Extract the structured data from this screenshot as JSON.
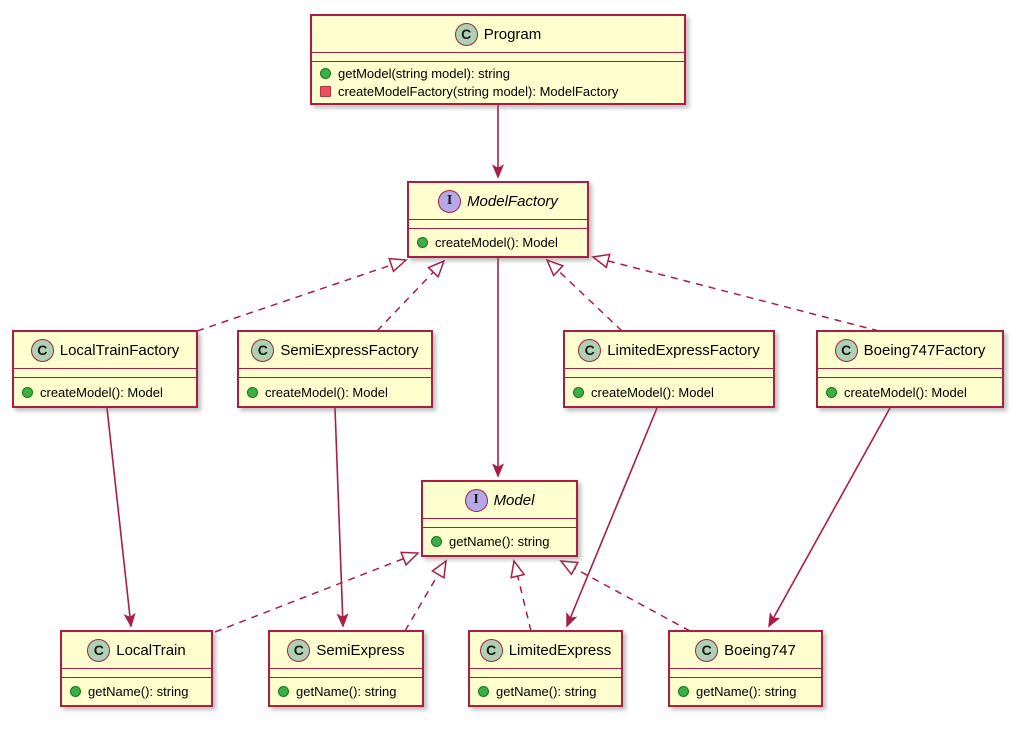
{
  "diagram_type": "uml-class-diagram",
  "colors": {
    "box_fill": "#FEFECE",
    "line_and_border": "#A81E44",
    "class_badge_fill": "#ADD1B2",
    "interface_badge_fill": "#B5A8E6",
    "public_method_icon": "#3FAE49",
    "private_method_icon": "#F24D5C",
    "background": "#FFFFFF"
  },
  "icons": {
    "class_badge": "C",
    "interface_badge": "I",
    "public_method": "green-circle-icon",
    "private_method": "red-square-icon"
  },
  "classes": {
    "program": {
      "kind": "class",
      "name": "Program",
      "methods": [
        {
          "visibility": "public",
          "signature": "getModel(string model): string"
        },
        {
          "visibility": "private",
          "signature": "createModelFactory(string model): ModelFactory"
        }
      ]
    },
    "model_factory": {
      "kind": "interface",
      "name": "ModelFactory",
      "methods": [
        {
          "visibility": "public",
          "signature": "createModel(): Model"
        }
      ]
    },
    "local_train_factory": {
      "kind": "class",
      "name": "LocalTrainFactory",
      "methods": [
        {
          "visibility": "public",
          "signature": "createModel(): Model"
        }
      ]
    },
    "semi_express_factory": {
      "kind": "class",
      "name": "SemiExpressFactory",
      "methods": [
        {
          "visibility": "public",
          "signature": "createModel(): Model"
        }
      ]
    },
    "limited_express_factory": {
      "kind": "class",
      "name": "LimitedExpressFactory",
      "methods": [
        {
          "visibility": "public",
          "signature": "createModel(): Model"
        }
      ]
    },
    "boeing747_factory": {
      "kind": "class",
      "name": "Boeing747Factory",
      "methods": [
        {
          "visibility": "public",
          "signature": "createModel(): Model"
        }
      ]
    },
    "model": {
      "kind": "interface",
      "name": "Model",
      "methods": [
        {
          "visibility": "public",
          "signature": "getName(): string"
        }
      ]
    },
    "local_train": {
      "kind": "class",
      "name": "LocalTrain",
      "methods": [
        {
          "visibility": "public",
          "signature": "getName(): string"
        }
      ]
    },
    "semi_express": {
      "kind": "class",
      "name": "SemiExpress",
      "methods": [
        {
          "visibility": "public",
          "signature": "getName(): string"
        }
      ]
    },
    "limited_express": {
      "kind": "class",
      "name": "LimitedExpress",
      "methods": [
        {
          "visibility": "public",
          "signature": "getName(): string"
        }
      ]
    },
    "boeing747": {
      "kind": "class",
      "name": "Boeing747",
      "methods": [
        {
          "visibility": "public",
          "signature": "getName(): string"
        }
      ]
    }
  },
  "relations": [
    {
      "from": "Program",
      "to": "ModelFactory",
      "type": "dependency-arrow",
      "style": "solid"
    },
    {
      "from": "ModelFactory",
      "to": "Model",
      "type": "dependency-arrow",
      "style": "solid"
    },
    {
      "from": "LocalTrainFactory",
      "to": "ModelFactory",
      "type": "realization",
      "style": "dashed-hollow-triangle"
    },
    {
      "from": "SemiExpressFactory",
      "to": "ModelFactory",
      "type": "realization",
      "style": "dashed-hollow-triangle"
    },
    {
      "from": "LimitedExpressFactory",
      "to": "ModelFactory",
      "type": "realization",
      "style": "dashed-hollow-triangle"
    },
    {
      "from": "Boeing747Factory",
      "to": "ModelFactory",
      "type": "realization",
      "style": "dashed-hollow-triangle"
    },
    {
      "from": "LocalTrainFactory",
      "to": "LocalTrain",
      "type": "dependency-arrow",
      "style": "solid"
    },
    {
      "from": "SemiExpressFactory",
      "to": "SemiExpress",
      "type": "dependency-arrow",
      "style": "solid"
    },
    {
      "from": "LimitedExpressFactory",
      "to": "LimitedExpress",
      "type": "dependency-arrow",
      "style": "solid"
    },
    {
      "from": "Boeing747Factory",
      "to": "Boeing747",
      "type": "dependency-arrow",
      "style": "solid"
    },
    {
      "from": "LocalTrain",
      "to": "Model",
      "type": "realization",
      "style": "dashed-hollow-triangle"
    },
    {
      "from": "SemiExpress",
      "to": "Model",
      "type": "realization",
      "style": "dashed-hollow-triangle"
    },
    {
      "from": "LimitedExpress",
      "to": "Model",
      "type": "realization",
      "style": "dashed-hollow-triangle"
    },
    {
      "from": "Boeing747",
      "to": "Model",
      "type": "realization",
      "style": "dashed-hollow-triangle"
    }
  ]
}
